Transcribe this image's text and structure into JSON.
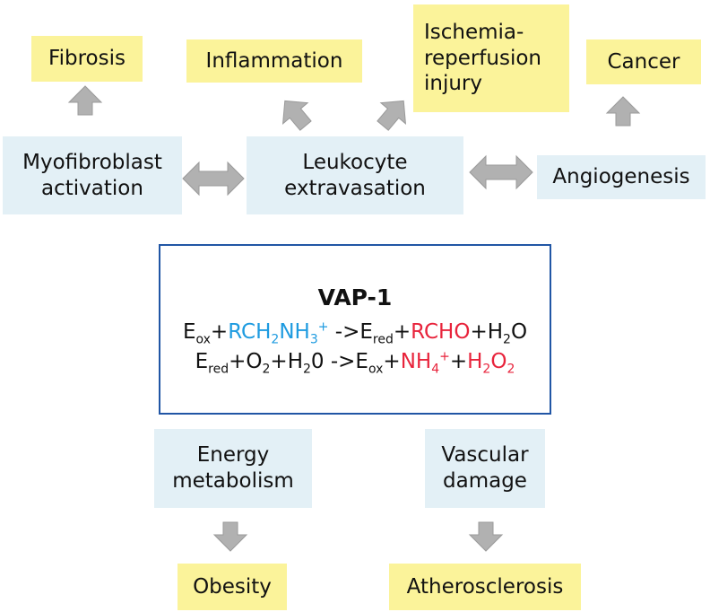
{
  "outcomes": {
    "fibrosis": "Fibrosis",
    "inflammation": "Inflammation",
    "ischemia": [
      "Ischemia-",
      "reperfusion",
      "injury"
    ],
    "cancer": "Cancer",
    "obesity": "Obesity",
    "atherosclerosis": "Atherosclerosis"
  },
  "processes": {
    "myofibroblast": [
      "Myofibroblast",
      "activation"
    ],
    "leukocyte": [
      "Leukocyte",
      "extravasation"
    ],
    "angiogenesis": "Angiogenesis",
    "energy": [
      "Energy",
      "metabolism"
    ],
    "vascular": [
      "Vascular",
      "damage"
    ]
  },
  "enzyme": {
    "title": "VAP-1",
    "eq1": {
      "e": "E",
      "ox": "ox",
      "plus1": "+",
      "sub_a": "RCH",
      "sub_b": "2",
      "sub_c": "NH",
      "sub_d": "3",
      "sub_e": "+",
      "arrow": " ->E",
      "red": "red",
      "plus2": "+",
      "prod": "RCHO",
      "plus3": "+H",
      "h2": "2",
      "o": "O"
    },
    "eq2": {
      "e": "E",
      "red": "red",
      "plus1": "+O",
      "o2": "2",
      "plus2": "+H",
      "h2": "2",
      "zero": "0 ->E",
      "ox": "ox",
      "plus3": "+",
      "nh": "NH",
      "nh4": "4",
      "nhplus": "+",
      "plus4": "+",
      "h": "H",
      "h2b": "2",
      "o": "O",
      "o2b": "2"
    }
  },
  "colors": {
    "outcome_fill": "#fbf39a",
    "process_fill": "#e3f0f6",
    "arrow": "#b1b1b1",
    "border": "#2156a5",
    "substrate": "#1e9be0",
    "product": "#e8243c"
  }
}
